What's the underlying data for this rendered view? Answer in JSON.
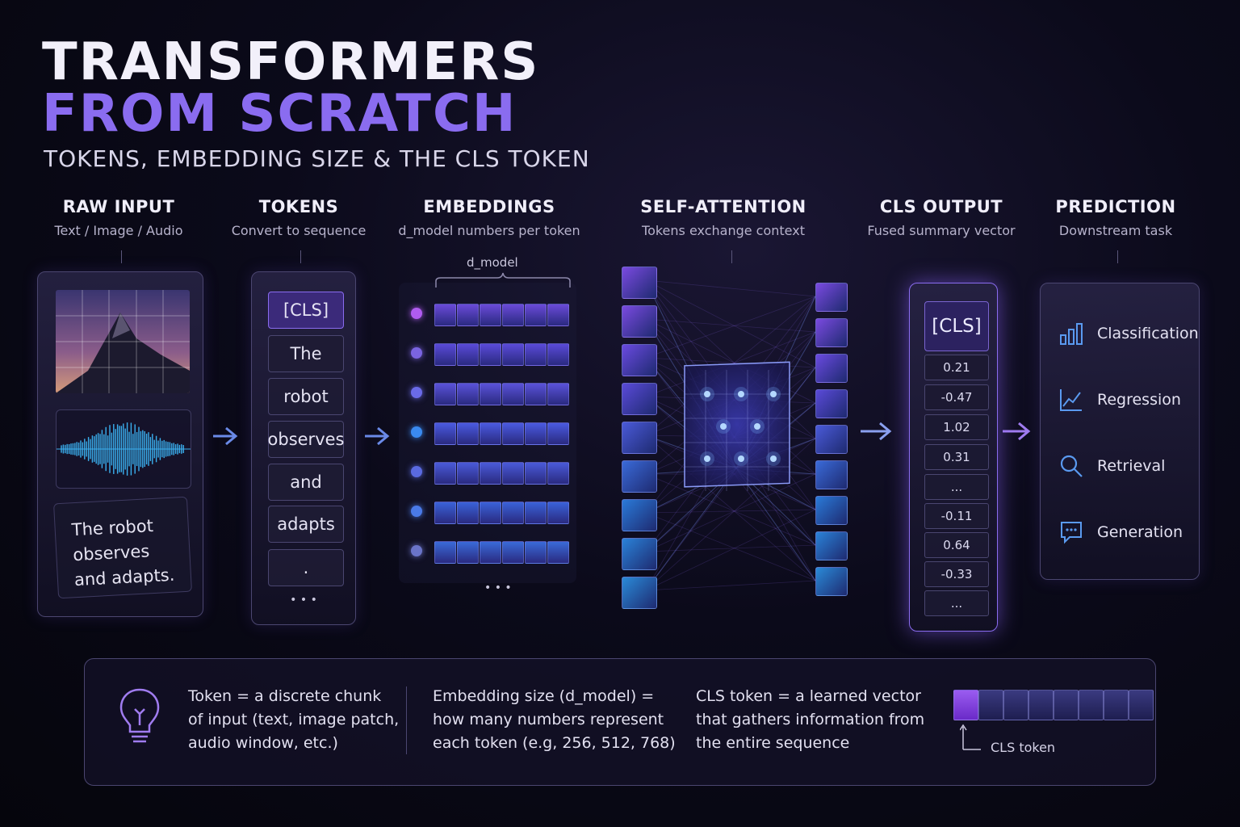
{
  "title": {
    "line1": "TRANSFORMERS",
    "line2": "FROM SCRATCH",
    "subtitle": "TOKENS, EMBEDDING SIZE & THE CLS TOKEN"
  },
  "stages": [
    {
      "title": "RAW INPUT",
      "subtitle": "Text / Image / Audio"
    },
    {
      "title": "TOKENS",
      "subtitle": "Convert to sequence"
    },
    {
      "title": "EMBEDDINGS",
      "subtitle": "d_model numbers per token"
    },
    {
      "title": "SELF-ATTENTION",
      "subtitle": "Tokens exchange context"
    },
    {
      "title": "CLS OUTPUT",
      "subtitle": "Fused summary vector"
    },
    {
      "title": "PREDICTION",
      "subtitle": "Downstream task"
    }
  ],
  "raw_input": {
    "text_lines": [
      "The robot",
      "observes",
      "and adapts."
    ]
  },
  "tokens": [
    "[CLS]",
    "The",
    "robot",
    "observes",
    "and",
    "adapts",
    "."
  ],
  "tokens_more": "• • •",
  "embeddings": {
    "d_model_label": "d_model",
    "more": "• • •"
  },
  "cls_output": {
    "label": "[CLS]",
    "values": [
      "0.21",
      "-0.47",
      "1.02",
      "0.31",
      "...",
      "-0.11",
      "0.64",
      "-0.33",
      "..."
    ]
  },
  "prediction": {
    "tasks": [
      {
        "label": "Classification",
        "icon": "bar-chart-icon"
      },
      {
        "label": "Regression",
        "icon": "line-chart-icon"
      },
      {
        "label": "Retrieval",
        "icon": "search-icon"
      },
      {
        "label": "Generation",
        "icon": "chat-icon"
      }
    ]
  },
  "info": {
    "token_def": [
      "Token = a discrete chunk",
      "of input (text, image patch,",
      "audio window, etc.)"
    ],
    "embedding_def": [
      "Embedding size (d_model) =",
      "how many numbers represent",
      "each token (e.g, 256, 512, 768)"
    ],
    "cls_def": [
      "CLS token = a learned vector",
      "that gathers information from",
      "the entire sequence"
    ],
    "cls_legend": "CLS token"
  },
  "colors": {
    "accent_purple": "#8a6cf0",
    "accent_blue": "#3b7fd8",
    "background": "#0b0a1a"
  }
}
